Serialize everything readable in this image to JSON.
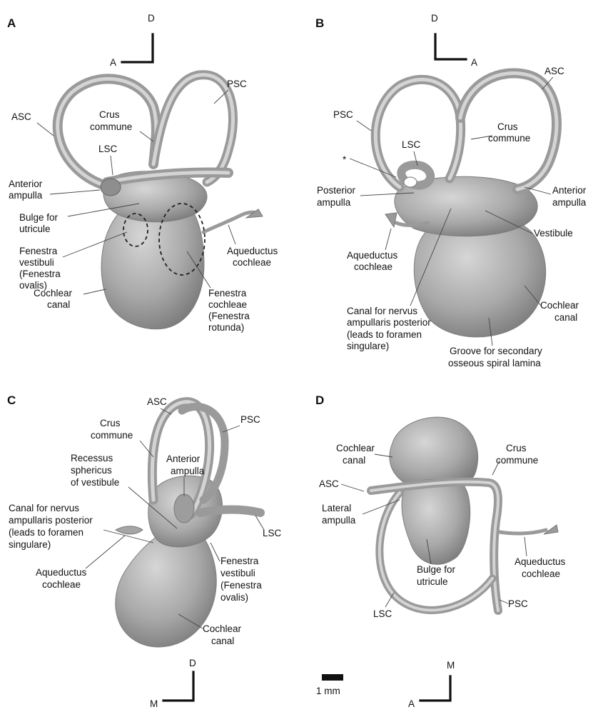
{
  "panels": [
    {
      "letter": "A",
      "axis": {
        "vertical": "D",
        "horizontal": "A"
      },
      "labels": {
        "asc": "ASC",
        "psc": "PSC",
        "crus_commune": [
          "Crus",
          "commune"
        ],
        "lsc": "LSC",
        "anterior_ampulla": [
          "Anterior",
          "ampulla"
        ],
        "bulge_utricule": [
          "Bulge for",
          "utricule"
        ],
        "fenestra_vestibuli": [
          "Fenestra",
          "vestibuli",
          "(Fenestra",
          "ovalis)"
        ],
        "aqueductus_cochleae": [
          "Aqueductus",
          "cochleae"
        ],
        "fenestra_cochleae": [
          "Fenestra",
          "cochleae",
          "(Fenestra",
          "rotunda)"
        ],
        "cochlear_canal": [
          "Cochlear",
          "canal"
        ]
      }
    },
    {
      "letter": "B",
      "axis": {
        "vertical": "D",
        "horizontal": "A"
      },
      "labels": {
        "asc": "ASC",
        "psc": "PSC",
        "crus_commune": [
          "Crus",
          "commune"
        ],
        "asterisk": "*",
        "lsc": "LSC",
        "posterior_ampulla": [
          "Posterior",
          "ampulla"
        ],
        "anterior_ampulla": [
          "Anterior",
          "ampulla"
        ],
        "vestibule": "Vestibule",
        "aqueductus_cochleae": [
          "Aqueductus",
          "cochleae"
        ],
        "canal_nervus": [
          "Canal for nervus",
          "ampullaris posterior",
          "(leads to foramen",
          "singulare)"
        ],
        "cochlear_canal": [
          "Cochlear",
          "canal"
        ],
        "groove": [
          "Groove for secondary",
          "osseous spiral lamina"
        ]
      }
    },
    {
      "letter": "C",
      "axis": {
        "vertical": "D",
        "horizontal": "M"
      },
      "labels": {
        "asc": "ASC",
        "psc": "PSC",
        "crus_commune": [
          "Crus",
          "commune"
        ],
        "anterior_ampulla": [
          "Anterior",
          "ampulla"
        ],
        "recessus": [
          "Recessus",
          "sphericus",
          "of vestibule"
        ],
        "canal_nervus": [
          "Canal for nervus",
          "ampullaris posterior",
          "(leads to foramen",
          "singulare)"
        ],
        "lsc": "LSC",
        "aqueductus_cochleae": [
          "Aqueductus",
          "cochleae"
        ],
        "fenestra_vestibuli": [
          "Fenestra",
          "vestibuli",
          "(Fenestra",
          "ovalis)"
        ],
        "cochlear_canal": [
          "Cochlear",
          "canal"
        ]
      }
    },
    {
      "letter": "D",
      "axis": {
        "vertical": "M",
        "horizontal": "A"
      },
      "labels": {
        "cochlear_canal": [
          "Cochlear",
          "canal"
        ],
        "crus_commune": [
          "Crus",
          "commune"
        ],
        "asc": "ASC",
        "lateral_ampulla": [
          "Lateral",
          "ampulla"
        ],
        "aqueductus_cochleae": [
          "Aqueductus",
          "cochleae"
        ],
        "bulge_utricule": [
          "Bulge for",
          "utricule"
        ],
        "lsc": "LSC",
        "psc": "PSC"
      }
    }
  ],
  "scale_bar": {
    "label": "1 mm"
  }
}
